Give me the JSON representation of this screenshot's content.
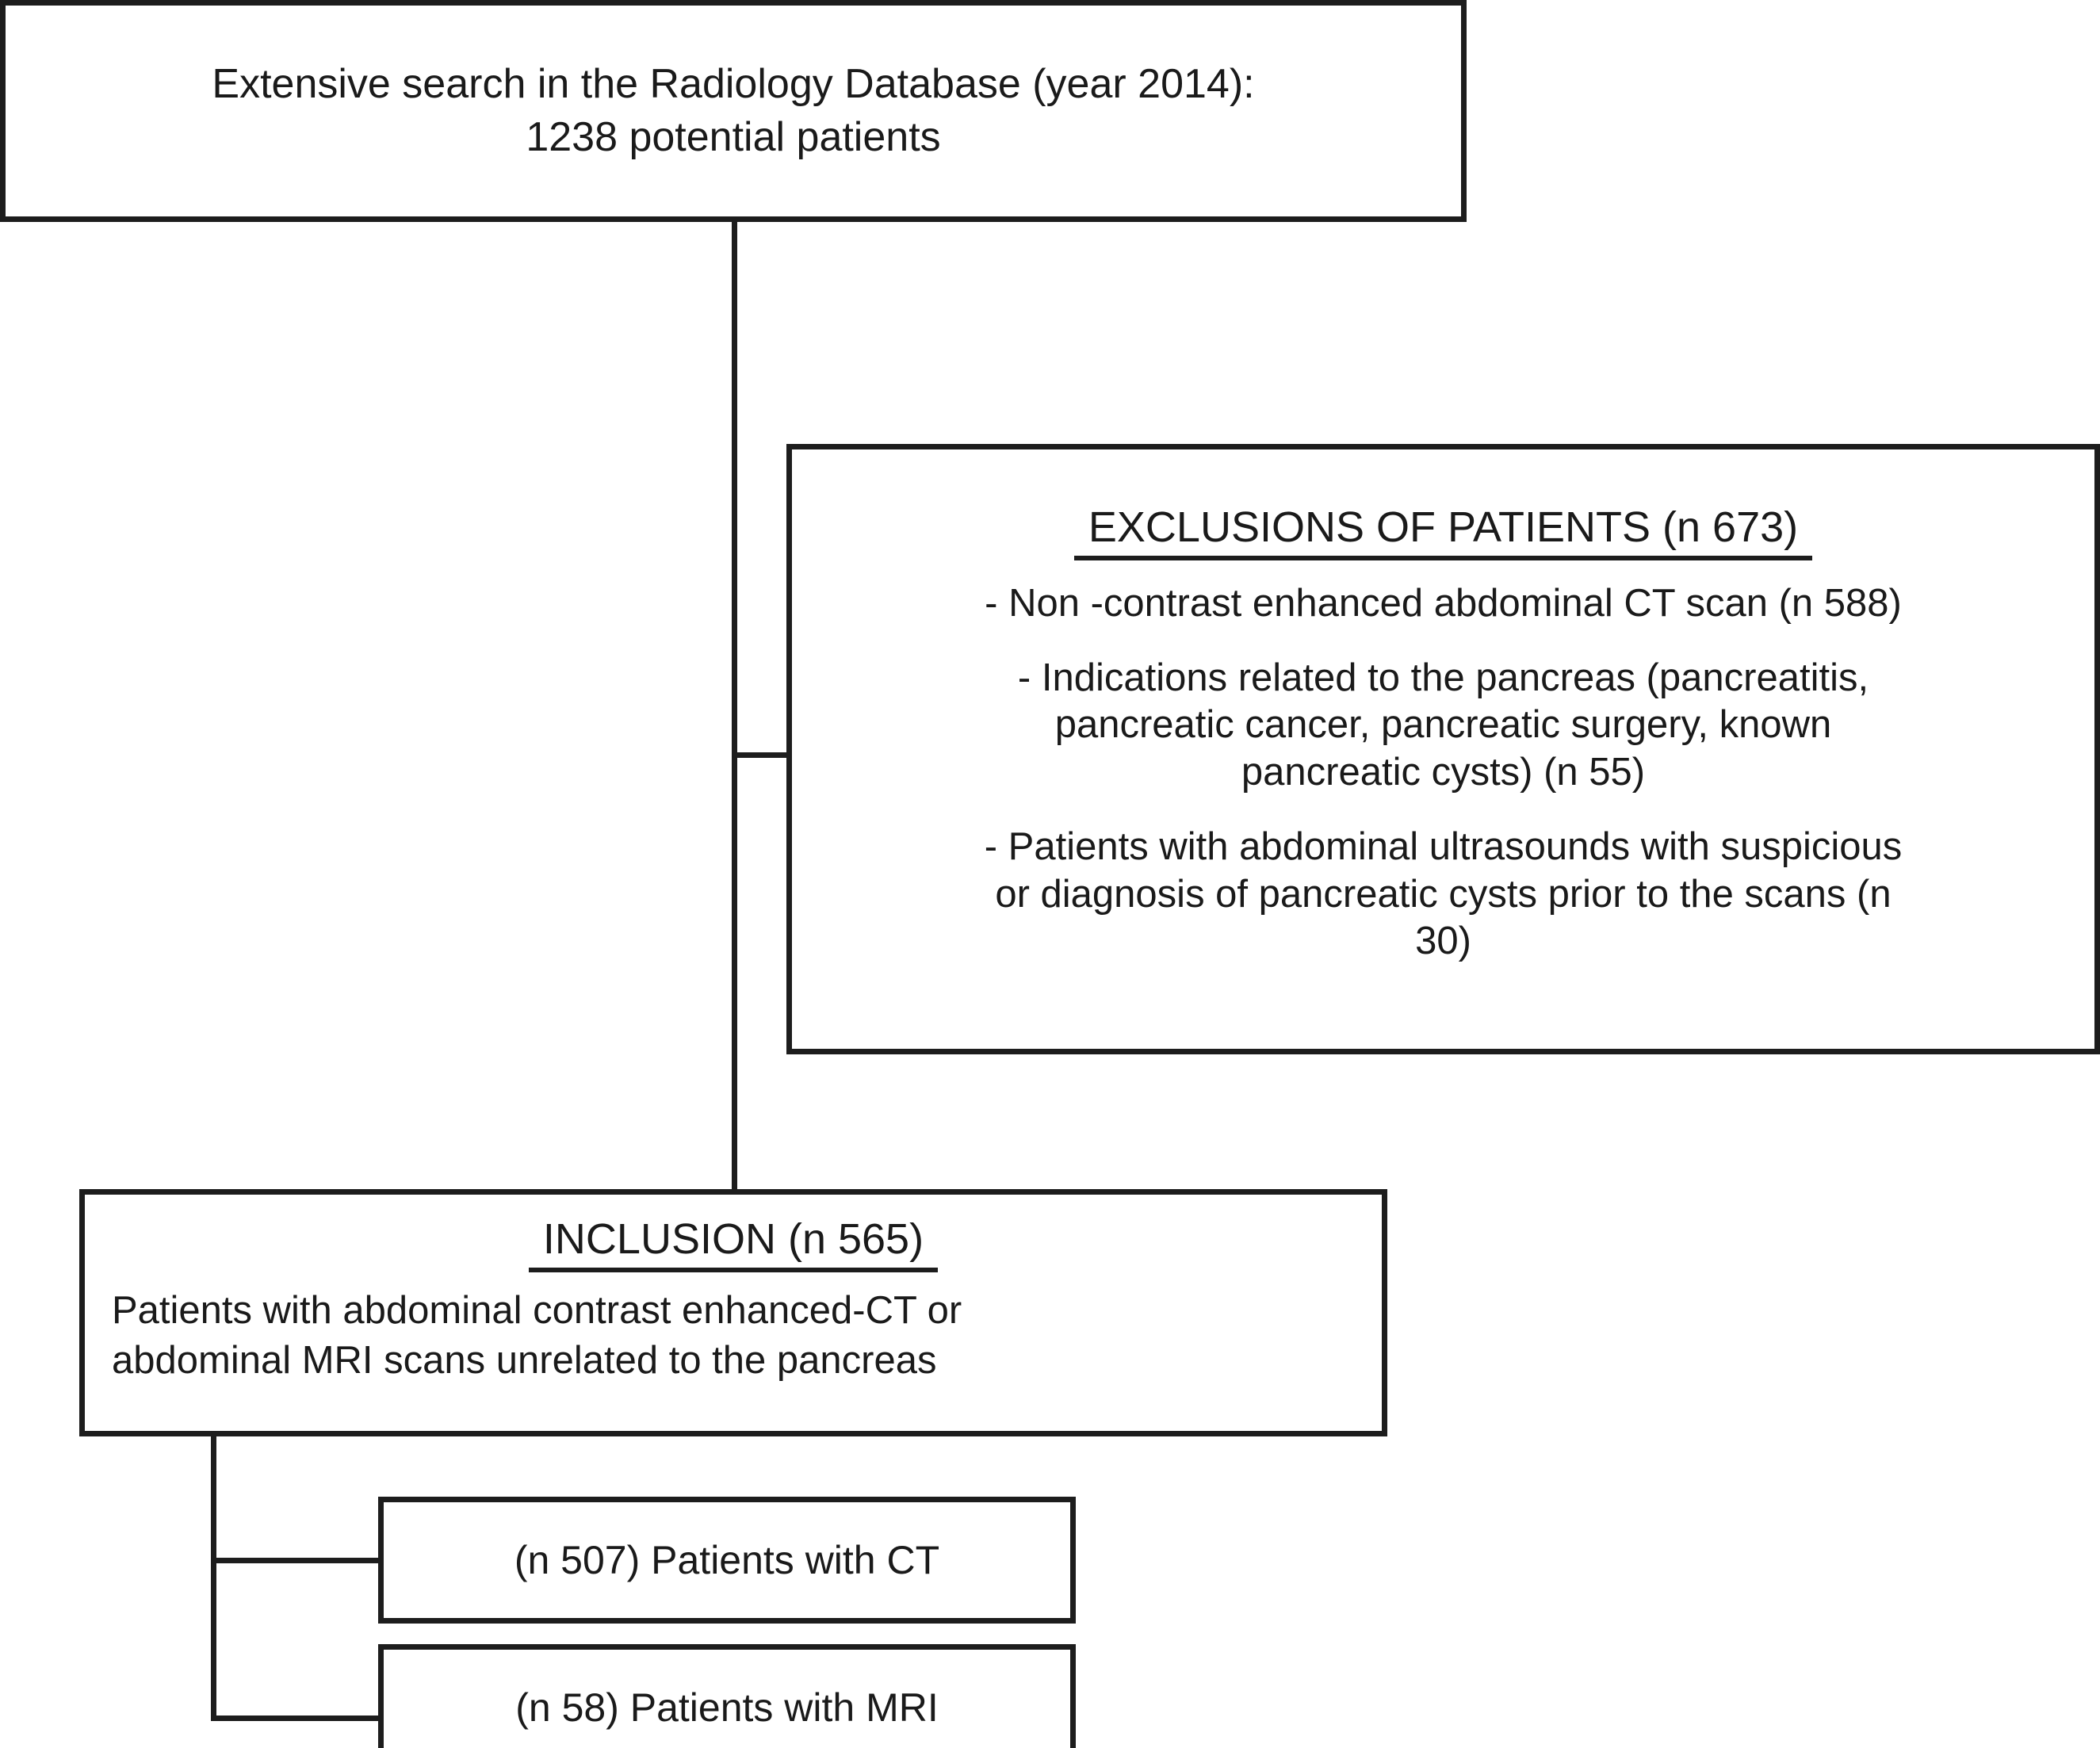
{
  "figure": {
    "kind": "patient-selection-flowchart",
    "ink_color": "#1d1d1d",
    "background": "#ffffff"
  },
  "source_box": {
    "name": "radiology-database-search",
    "line1": "Extensive search in the Radiology Database (year 2014):",
    "line2": "1238 potential patients",
    "count": 1238
  },
  "exclusions_box": {
    "name": "exclusions-of-patients",
    "title": "EXCLUSIONS OF PATIENTS (n 673)",
    "total": 673,
    "items": [
      {
        "text": "- Non -contrast enhanced abdominal CT scan (n 588)",
        "n": 588,
        "lines": [
          "- Non -contrast enhanced abdominal CT scan (n 588)"
        ]
      },
      {
        "text": "- Indications related to the pancreas (pancreatitis, pancreatic cancer, pancreatic surgery, known pancreatic cysts) (n 55)",
        "n": 55,
        "lines": [
          "- Indications related to the pancreas (pancreatitis,",
          "pancreatic cancer, pancreatic surgery, known",
          "pancreatic cysts) (n 55)"
        ]
      },
      {
        "text": "- Patients with abdominal ultrasounds with suspicious or diagnosis of pancreatic cysts prior to the scans (n 30)",
        "n": 30,
        "lines": [
          "- Patients with abdominal ultrasounds with suspicious",
          "or diagnosis of pancreatic cysts prior to the scans (n",
          "30)"
        ]
      }
    ]
  },
  "inclusion_box": {
    "name": "inclusion",
    "title": "INCLUSION (n 565)",
    "total": 565,
    "body_line1": "Patients with abdominal contrast enhanced-CT or",
    "body_line2": "abdominal MRI scans unrelated to the pancreas"
  },
  "leaf_boxes": [
    {
      "name": "patients-with-ct",
      "label": "(n 507) Patients with CT",
      "n": 507,
      "modality": "CT"
    },
    {
      "name": "patients-with-mri",
      "label": "(n 58) Patients with MRI",
      "n": 58,
      "modality": "MRI"
    }
  ]
}
